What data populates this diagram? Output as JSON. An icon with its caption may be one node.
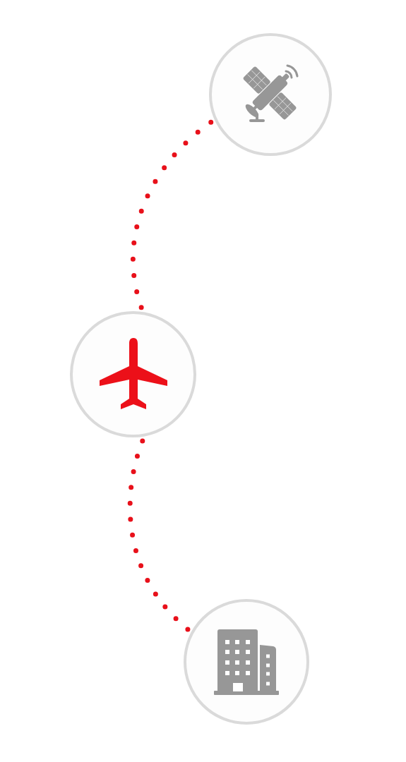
{
  "diagram": {
    "nodes": [
      {
        "text": [],
        "shape": "circle"
      },
      {
        "text": [],
        "shape": "circle"
      },
      {
        "text": [],
        "shape": "circle"
      }
    ],
    "edges": [
      {
        "from": 0,
        "to": 1,
        "arrow": "none",
        "style": "dashed",
        "color": "#e8101a"
      },
      {
        "from": 1,
        "to": 2,
        "arrow": "none",
        "style": "dashed",
        "color": "#e8101a"
      }
    ]
  }
}
